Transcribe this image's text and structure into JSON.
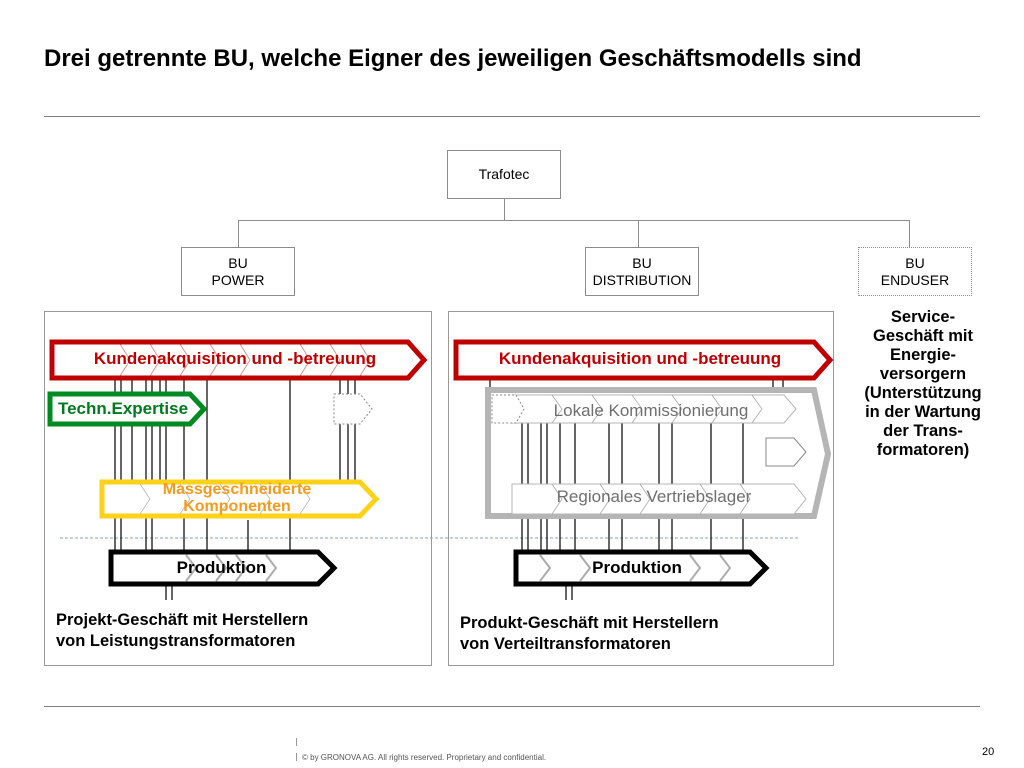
{
  "title": "Drei getrennte BU, welche Eigner des jeweiligen Geschäftsmodells sind",
  "org": {
    "root": "Trafotec",
    "units": [
      {
        "line1": "BU",
        "line2": "POWER"
      },
      {
        "line1": "BU",
        "line2": "DISTRIBUTION"
      },
      {
        "line1": "BU",
        "line2": "ENDUSER"
      }
    ]
  },
  "power": {
    "kunden": "Kundenakquisition und -betreuung",
    "expertise": "Techn.Expertise",
    "massgeschneiderte": "Massgeschneiderte",
    "komponenten": "Komponenten",
    "produktion": "Produktion",
    "caption_line1": "Projekt-Geschäft mit Herstellern",
    "caption_line2": "von Leistungstransformatoren"
  },
  "distribution": {
    "kunden": "Kundenakquisition und -betreuung",
    "kommissionierung": "Lokale Kommissionierung",
    "vertriebslager": "Regionales Vertriebslager",
    "produktion": "Produktion",
    "caption_line1": "Produkt-Geschäft mit Herstellern",
    "caption_line2": "von Verteiltransformatoren"
  },
  "enduser": {
    "service_lines": [
      "Service-",
      "Geschäft mit",
      "Energie-",
      "versorgern",
      "(Unterstützung",
      "in der Wartung",
      "der Trans-",
      "formatoren)"
    ]
  },
  "footer": {
    "copyright": "© by GRONOVA AG. All rights reserved. Proprietary and confidential.",
    "page": "20"
  },
  "colors": {
    "red": "#c00000",
    "green": "#008a22",
    "yellow": "#ffd21a",
    "orange": "#f79a1c",
    "gray": "#b5b5b5",
    "black": "#000000"
  }
}
